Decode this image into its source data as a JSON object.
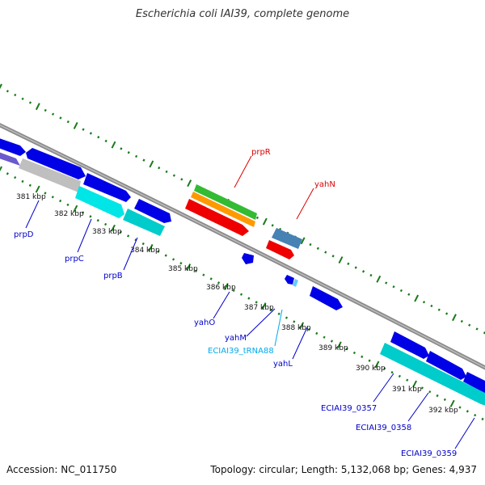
{
  "title": "Escherichia coli IAI39, complete genome",
  "footer": {
    "accession": "Accession: NC_011750",
    "summary": "Topology: circular; Length: 5,132,068 bp; Genes: 4,937"
  },
  "colors": {
    "backbone": "#888888",
    "ticks": "#1a7a1a",
    "gene_blue": "#0000e6",
    "gene_cyan": "#00e5e5",
    "gene_red": "#ee0000",
    "gene_green": "#33bb33",
    "gene_orange": "#ff9900",
    "gene_steel": "#4682b4",
    "gene_lightcyan": "#66ccff",
    "gene_gray": "#c0c0c0",
    "gene_purple": "#7b68ee",
    "label_blue": "#0000cc",
    "label_red": "#dd0000",
    "label_cyan": "#00aaee"
  },
  "kbp_labels": [
    "381 kbp",
    "382 kbp",
    "383 kbp",
    "384 kbp",
    "385 kbp",
    "386 kbp",
    "387 kbp",
    "388 kbp",
    "389 kbp",
    "390 kbp",
    "391 kbp",
    "392 kbp"
  ],
  "gene_labels": {
    "prpD": "prpD",
    "prpC": "prpC",
    "prpB": "prpB",
    "prpR": "prpR",
    "yahN": "yahN",
    "yahO": "yahO",
    "yahM": "yahM",
    "tRNA": "ECIAI39_tRNA88",
    "yahL": "yahL",
    "g357": "ECIAI39_0357",
    "g358": "ECIAI39_0358",
    "g359": "ECIAI39_0359"
  }
}
